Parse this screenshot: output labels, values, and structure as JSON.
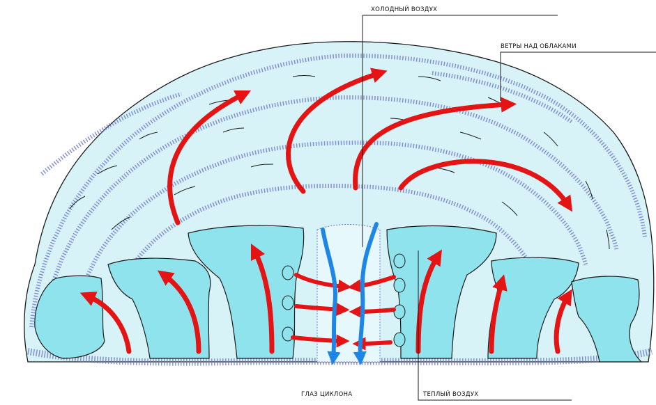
{
  "labels": {
    "cold_air": "холодный воздух",
    "winds_above_clouds": "ветры над облаками",
    "eye_of_cyclone": "глаз циклона",
    "warm_air": "теплый воздух"
  },
  "colors": {
    "cloud_fill": "#d8f3f7",
    "tower_fill": "#8fe3ec",
    "outline": "#1a1a1a",
    "speckle": "#6b78c8",
    "warm_arrow": "#e41414",
    "cold_arrow": "#1e86e6"
  }
}
